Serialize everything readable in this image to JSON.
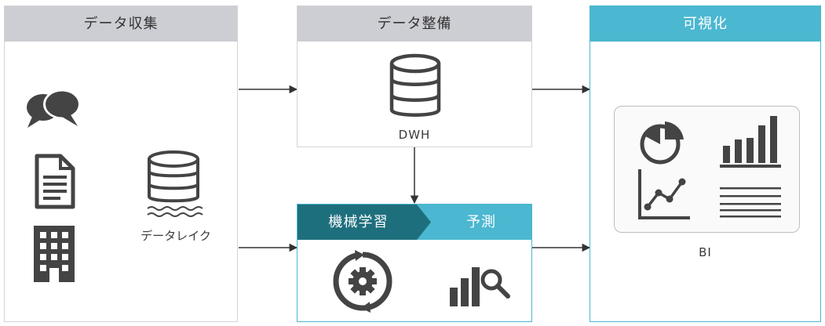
{
  "panels": {
    "collect": {
      "title": "データ収集"
    },
    "prepare": {
      "title": "データ整備"
    },
    "visualize": {
      "title": "可視化"
    }
  },
  "labels": {
    "data_lake": "データレイク",
    "dwh": "DWH",
    "bi": "BI"
  },
  "ml_banner": {
    "left": "機械学習",
    "right": "予測"
  },
  "colors": {
    "header_gray": "#cdced3",
    "accent_teal": "#4bb7d0",
    "banner_dark": "#1e6f7d",
    "icon_dark": "#444444"
  },
  "icons": {
    "chat": "chat-bubbles-icon",
    "document": "document-icon",
    "building": "building-icon",
    "data_lake": "database-lake-icon",
    "dwh": "database-icon",
    "gear_cycle": "gear-cycle-icon",
    "analytics": "bar-chart-magnifier-icon",
    "pie": "pie-chart-icon",
    "bars": "bar-chart-icon",
    "line": "line-chart-icon",
    "report": "report-lines-icon"
  }
}
